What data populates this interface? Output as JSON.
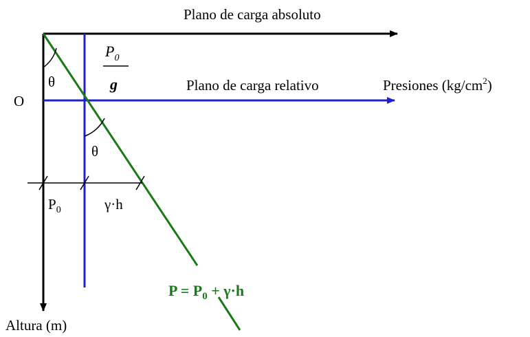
{
  "labels": {
    "absolute_plane": "Plano de carga absoluto",
    "relative_plane": "Plano de carga relativo",
    "pressure_axis_main": "Presiones (kg/cm",
    "pressure_axis_exp": "2",
    "pressure_axis_close": ")",
    "origin": "O",
    "height_axis": "Altura (m)",
    "theta": "θ",
    "p0_fraction_num": "P",
    "p0_fraction_num_sub": "0",
    "p0_fraction_den": "g",
    "p0_segment": "P",
    "p0_segment_sub": "0",
    "gamma_h_segment": "γ·h",
    "equation_lhs": "P = P",
    "equation_sub": "0",
    "equation_rhs": " + γ·h"
  },
  "colors": {
    "axis": "#000000",
    "relative": "#1f1fcc",
    "pressure_line": "#1a7a1a",
    "text": "#000000"
  }
}
